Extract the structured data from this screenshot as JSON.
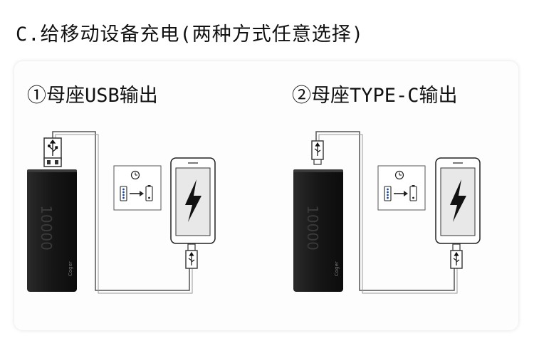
{
  "heading": "C.给移动设备充电(两种方式任意选择)",
  "modes": [
    {
      "label": "①母座USB输出",
      "cable_type": "USB"
    },
    {
      "label": "②母座TYPE-C输出",
      "cable_type": "TYPE-C"
    }
  ],
  "power_bank": {
    "capacity_text": "10000",
    "brand_text": "Coger"
  },
  "colors": {
    "bank": "#161616",
    "phone_screen": "#e8e8e8",
    "line": "#555555",
    "bolt": "#111111"
  },
  "icons": [
    "clock-icon",
    "arrow-right-icon",
    "battery-icon",
    "lightning-bolt-icon",
    "usb-symbol-icon"
  ]
}
